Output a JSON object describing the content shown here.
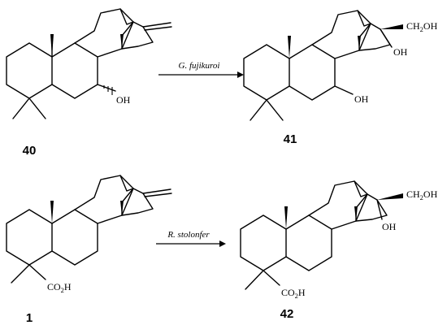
{
  "reactions": [
    {
      "reactant": {
        "number": "40",
        "oh_label": "OH"
      },
      "organism": "G. fujikuroi",
      "product": {
        "number": "41",
        "ch2oh_main": "CH",
        "ch2oh_sub": "2",
        "ch2oh_end": "OH",
        "oh_top": "OH",
        "oh_bottom": "OH"
      }
    },
    {
      "reactant": {
        "number": "1",
        "acid_main": "CO",
        "acid_sub": "2",
        "acid_end": "H"
      },
      "organism": "R. stolonfer",
      "product": {
        "number": "42",
        "ch2oh_main": "CH",
        "ch2oh_sub": "2",
        "ch2oh_end": "OH",
        "oh_label": "OH",
        "acid_main": "CO",
        "acid_sub": "2",
        "acid_end": "H"
      }
    }
  ]
}
